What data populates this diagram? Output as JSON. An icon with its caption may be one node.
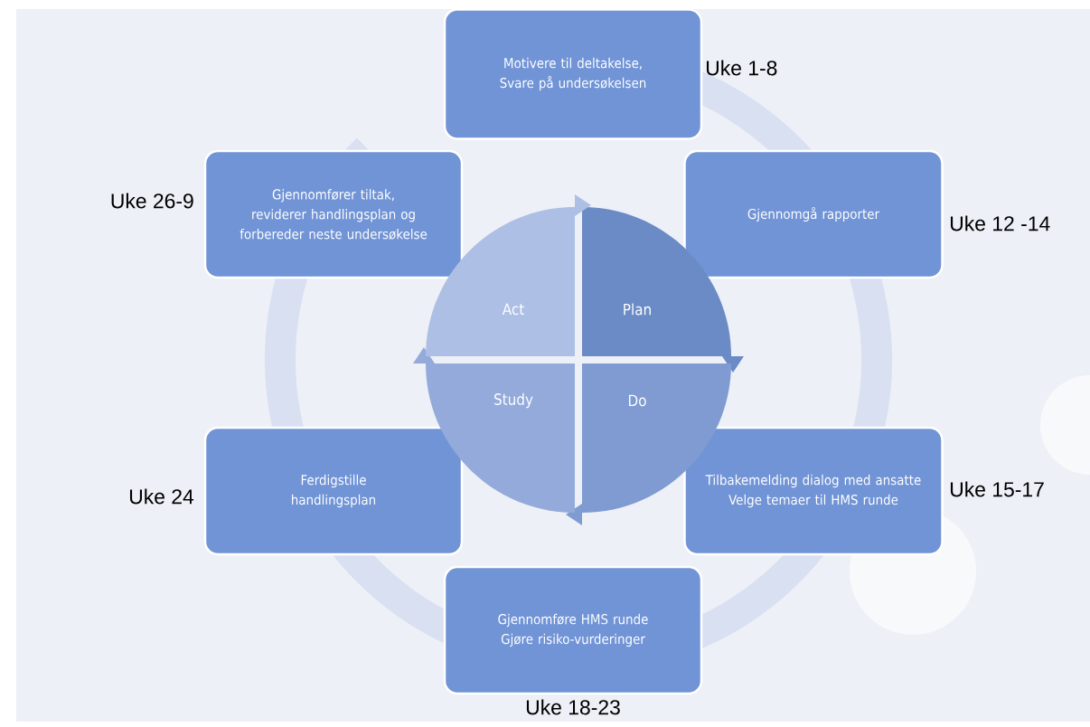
{
  "diagram": {
    "nodes": [
      {
        "text": [
          "Motivere til deltakelse, Svare på undersøkelsen"
        ],
        "beside": [
          "Uke 1-8"
        ]
      },
      {
        "text": [
          "Gjennomgå rapporter"
        ],
        "beside": [
          "Uke 12 -14"
        ]
      },
      {
        "text": [
          "Tilbakemelding dialog med ansatte Velge temaer til HMS runde"
        ],
        "beside": [
          "Uke 15-17"
        ]
      },
      {
        "text": [
          "Gjennomføre HMS runde Gjøre risiko-vurderinger"
        ],
        "beside": [
          "Uke 18-23"
        ]
      },
      {
        "text": [
          "Ferdigstille handlingsplan"
        ],
        "beside": [
          "Uke 24"
        ]
      },
      {
        "text": [
          "Gjennomfører tiltak, reviderer handlingsplan og forbereder neste undersøkelse"
        ],
        "beside": [
          "Uke 26-9"
        ]
      },
      {
        "text": [
          "Plan"
        ]
      },
      {
        "text": [
          "Do"
        ]
      },
      {
        "text": [
          "Study"
        ]
      },
      {
        "text": [
          "Act"
        ]
      }
    ],
    "edges": []
  }
}
